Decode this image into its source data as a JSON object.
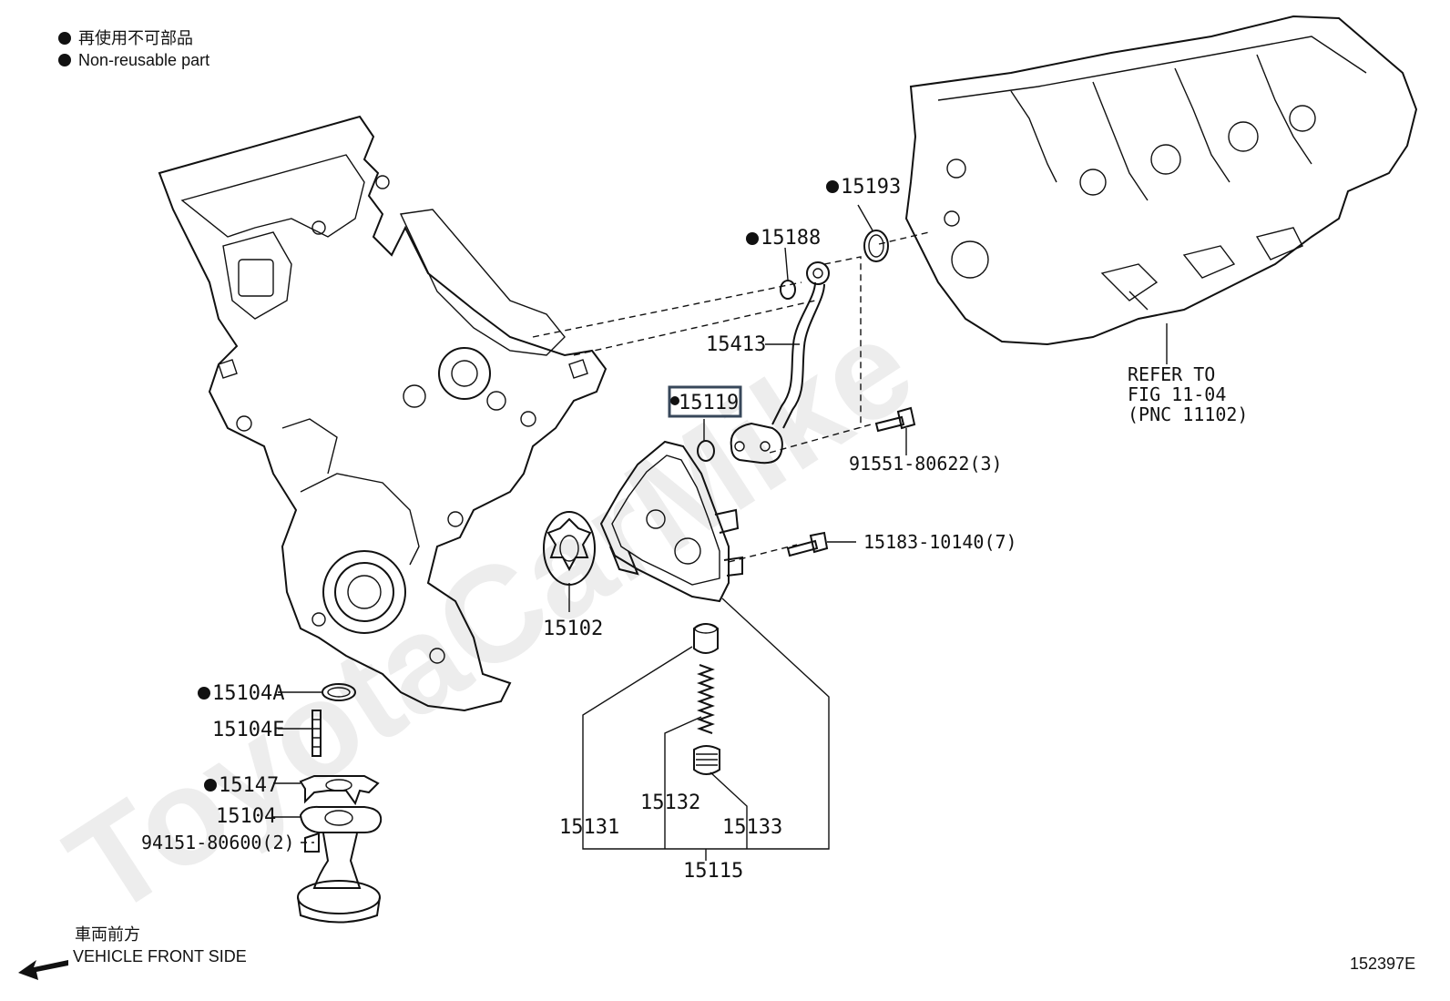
{
  "legend": {
    "non_reusable_jp": "再使用不可部品",
    "non_reusable_en": "Non-reusable part"
  },
  "front_side": {
    "jp": "車両前方",
    "en": "VEHICLE FRONT SIDE"
  },
  "figure_id": "152397E",
  "watermark": "ToyotaCarMike",
  "refer_note": {
    "line1": "REFER TO",
    "line2": "FIG 11-04",
    "line3": "(PNC 11102)"
  },
  "parts": {
    "p15193": "15193",
    "p15188": "15188",
    "p15413": "15413",
    "p15119": "15119",
    "p91551": "91551-80622(3)",
    "p15183": "15183-10140(7)",
    "p15102": "15102",
    "p15104a": "15104A",
    "p15104e": "15104E",
    "p15147": "15147",
    "p15104": "15104",
    "p94151": "94151-80600(2)",
    "p15132": "15132",
    "p15131": "15131",
    "p15133": "15133",
    "p15115": "15115"
  },
  "highlight_color": "#37475a"
}
